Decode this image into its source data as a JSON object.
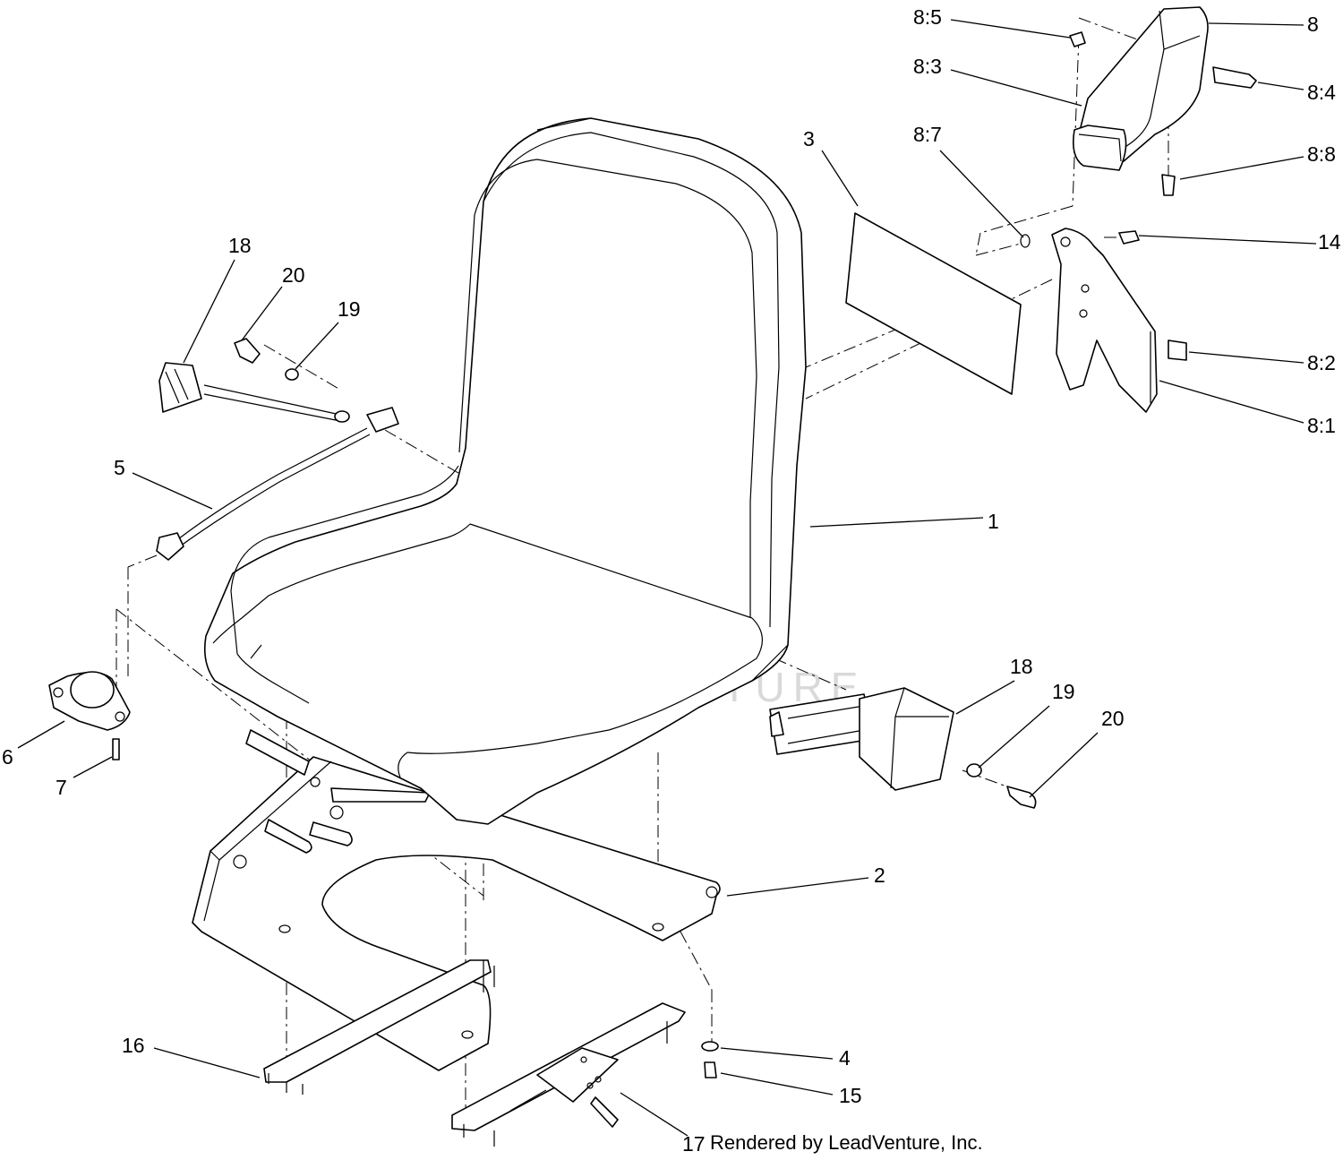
{
  "diagram": {
    "credit": "Rendered by LeadVenture, Inc.",
    "watermark": "LEADVENTURE",
    "callouts": [
      {
        "id": "8-5",
        "label": "8:5"
      },
      {
        "id": "8",
        "label": "8"
      },
      {
        "id": "8-3",
        "label": "8:3"
      },
      {
        "id": "8-4",
        "label": "8:4"
      },
      {
        "id": "3",
        "label": "3"
      },
      {
        "id": "8-7",
        "label": "8:7"
      },
      {
        "id": "8-8",
        "label": "8:8"
      },
      {
        "id": "14",
        "label": "14"
      },
      {
        "id": "18-a",
        "label": "18"
      },
      {
        "id": "20-a",
        "label": "20"
      },
      {
        "id": "19-a",
        "label": "19"
      },
      {
        "id": "8-2",
        "label": "8:2"
      },
      {
        "id": "8-1",
        "label": "8:1"
      },
      {
        "id": "5",
        "label": "5"
      },
      {
        "id": "1",
        "label": "1"
      },
      {
        "id": "18-b",
        "label": "18"
      },
      {
        "id": "19-b",
        "label": "19"
      },
      {
        "id": "20-b",
        "label": "20"
      },
      {
        "id": "6",
        "label": "6"
      },
      {
        "id": "7",
        "label": "7"
      },
      {
        "id": "2",
        "label": "2"
      },
      {
        "id": "4",
        "label": "4"
      },
      {
        "id": "15",
        "label": "15"
      },
      {
        "id": "16",
        "label": "16"
      },
      {
        "id": "17",
        "label": "17"
      }
    ]
  }
}
